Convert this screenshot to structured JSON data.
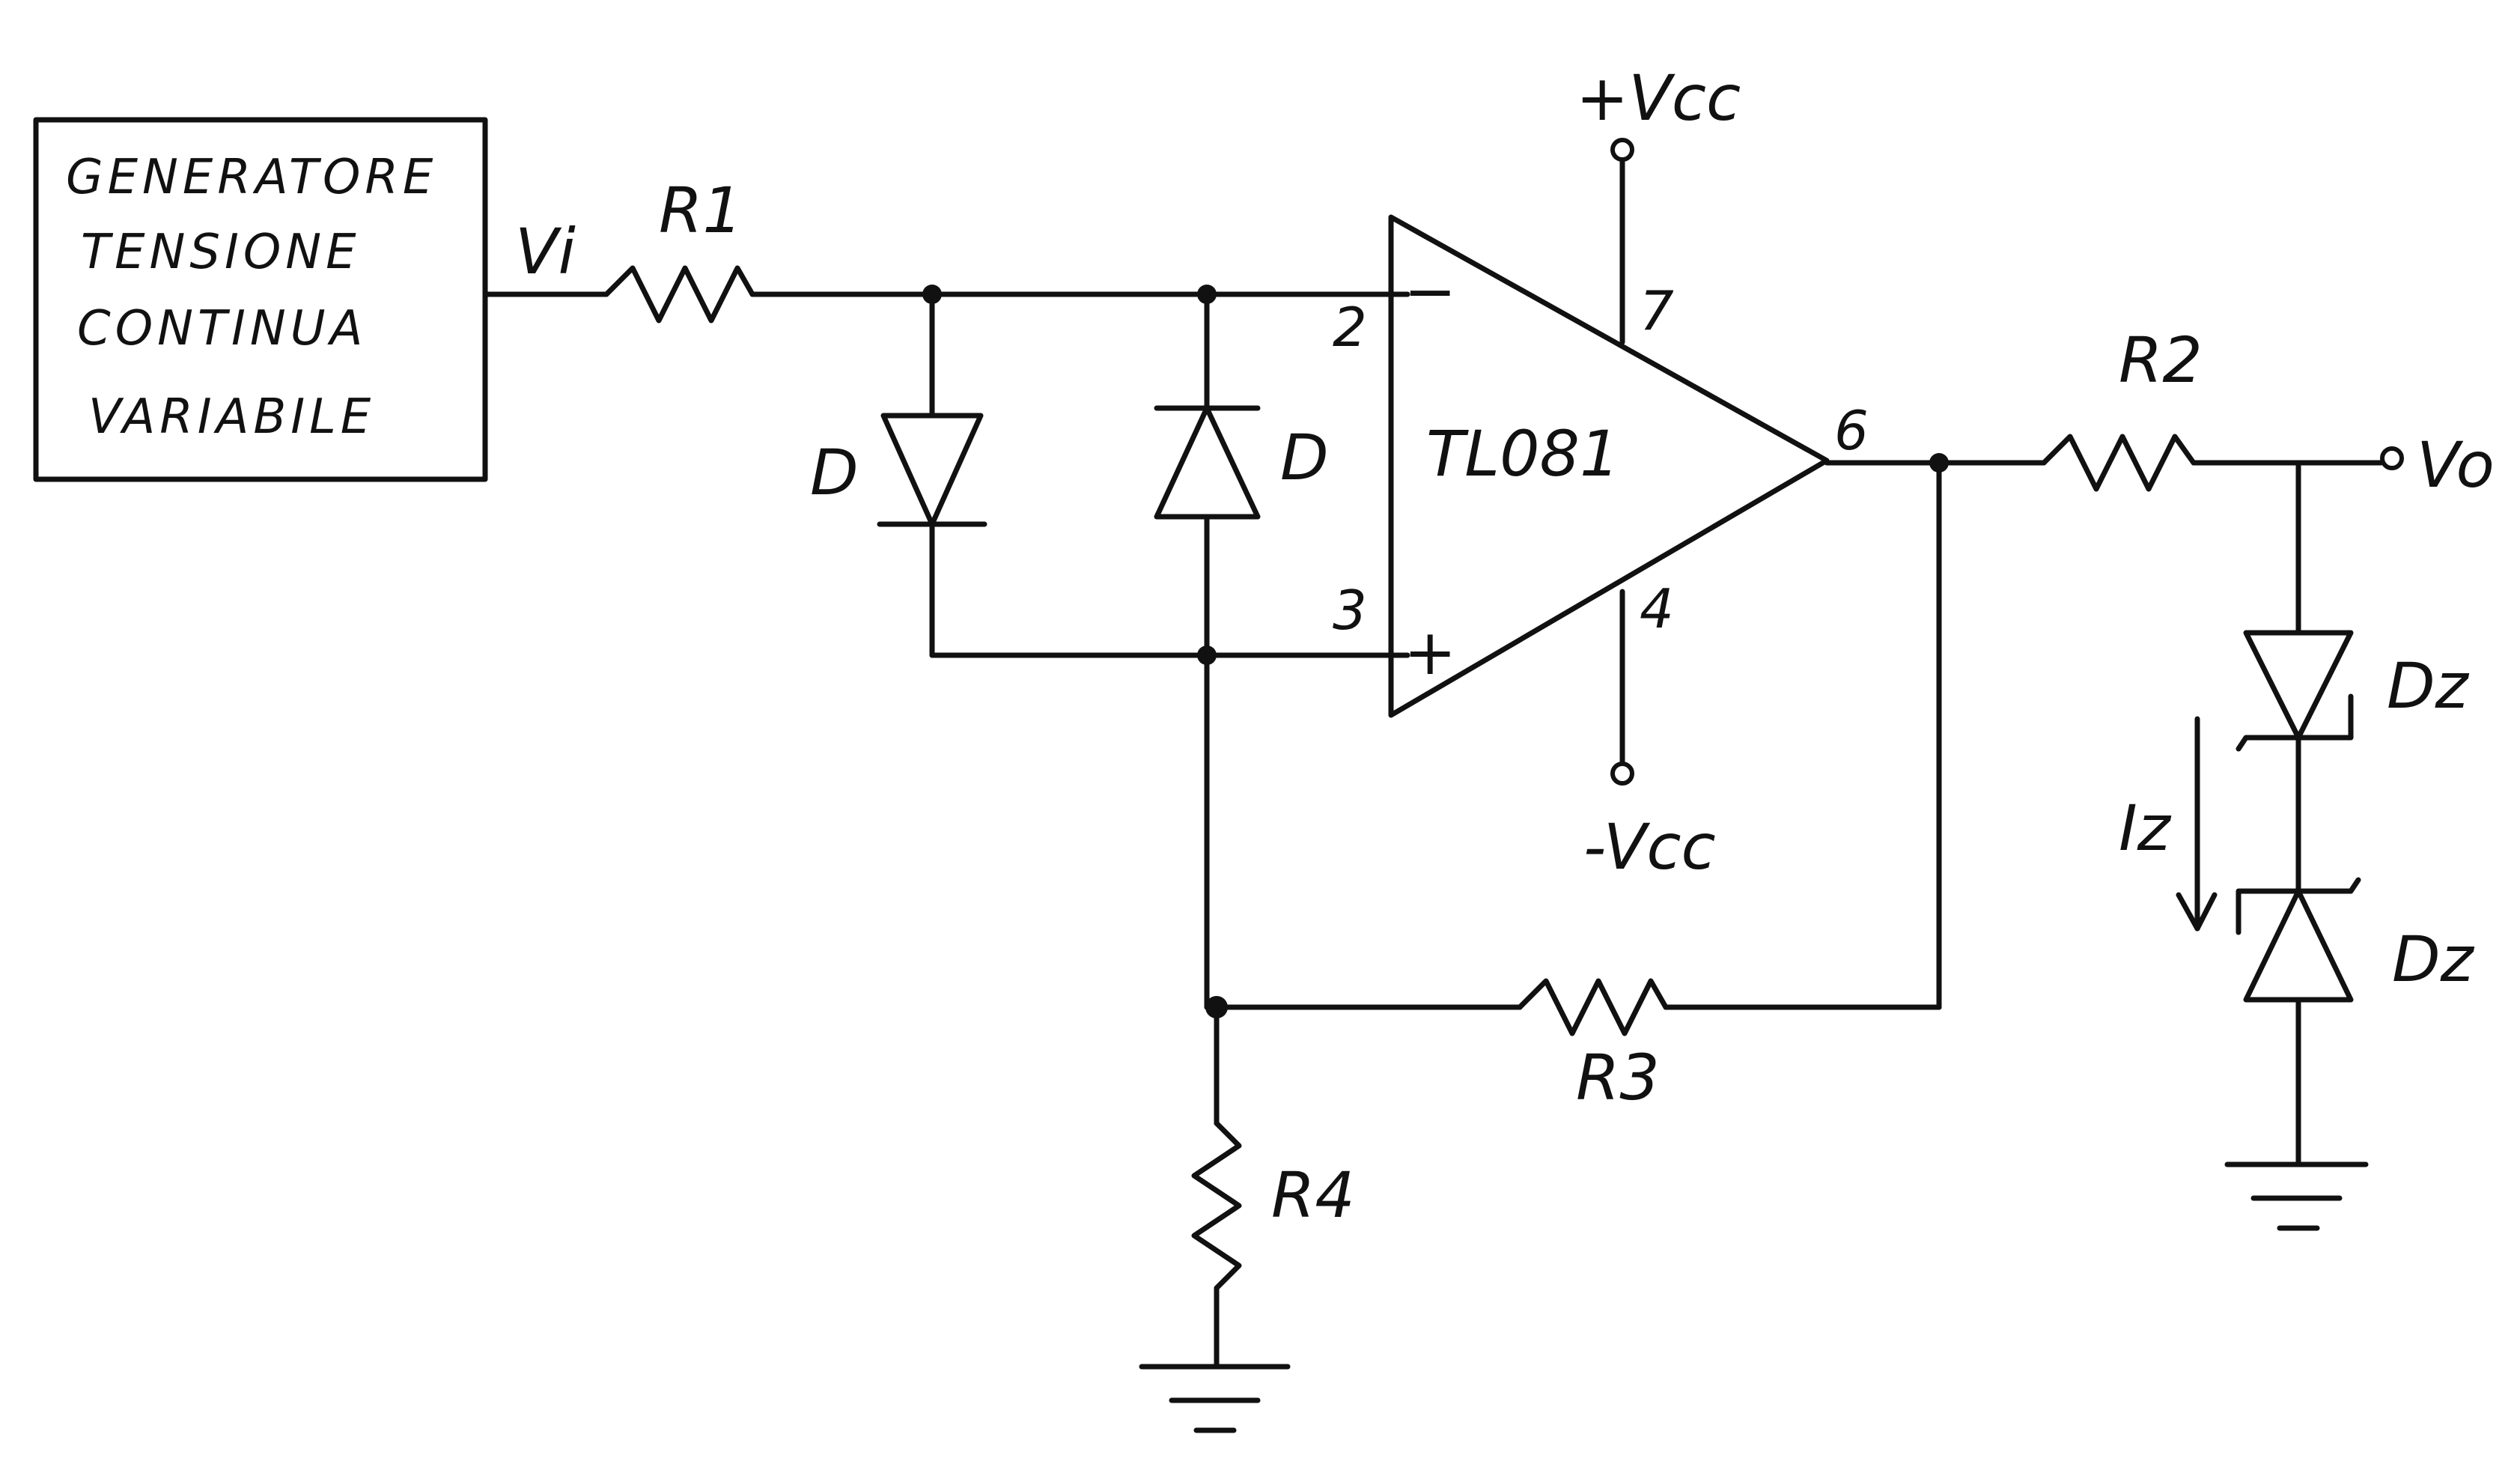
{
  "generator": {
    "lines": [
      "GENERATORE",
      "TENSIONE",
      "CONTINUA",
      "VARIABILE"
    ]
  },
  "labels": {
    "vi": "Vi",
    "r1": "R1",
    "r2": "R2",
    "r3": "R3",
    "r4": "R4",
    "d_left": "D",
    "d_right": "D",
    "vcc_pos": "+Vcc",
    "vcc_neg": "-Vcc",
    "opamp": "TL081",
    "vo": "Vo",
    "dz_top": "Dz",
    "dz_bottom": "Dz",
    "iz": "Iz"
  },
  "pins": {
    "inv_num": "2",
    "noninv_num": "3",
    "vpos_num": "7",
    "vneg_num": "4",
    "out_num": "6",
    "inv_sign": "−",
    "noninv_sign": "+"
  }
}
